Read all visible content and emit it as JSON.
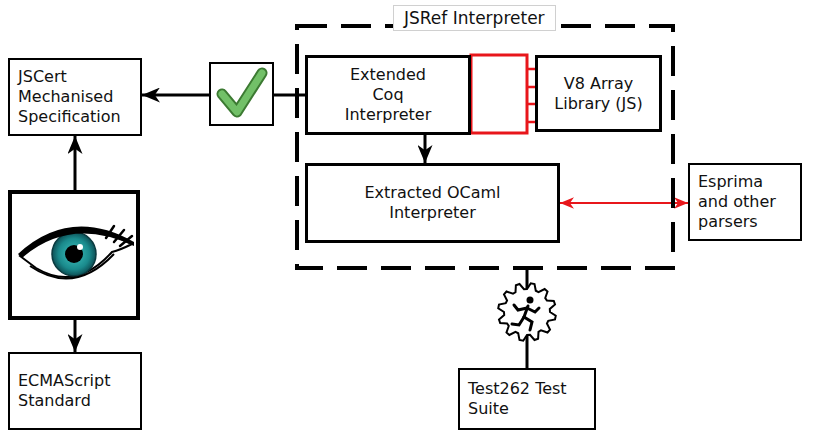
{
  "diagram": {
    "nodes": [
      {
        "text": [
          "JSCert Mechanised Specification"
        ]
      },
      {
        "text": [
          "JSRef Interpreter"
        ]
      },
      {
        "text": [
          "Extended Coq Interpreter"
        ],
        "in": 1
      },
      {
        "text": [
          "V8 Array Library (JS)"
        ],
        "in": 1
      },
      {
        "text": [
          "Extracted OCaml Interpreter"
        ],
        "in": 1
      },
      {
        "text": [
          "Esprima and other parsers"
        ]
      },
      {
        "text": [
          "ECMAScript Standard"
        ]
      },
      {
        "text": [
          "Test262 Test Suite"
        ]
      }
    ],
    "edges": [
      {
        "from": 2,
        "to": 0,
        "arrow": "to"
      },
      {
        "from": 2,
        "to": 4,
        "arrow": "to"
      },
      {
        "from": 4,
        "to": 5,
        "arrow": "both"
      },
      {
        "from": 0,
        "to": 6,
        "arrow": "both"
      },
      {
        "from": 7,
        "to": 1,
        "arrow": "none"
      }
    ]
  }
}
